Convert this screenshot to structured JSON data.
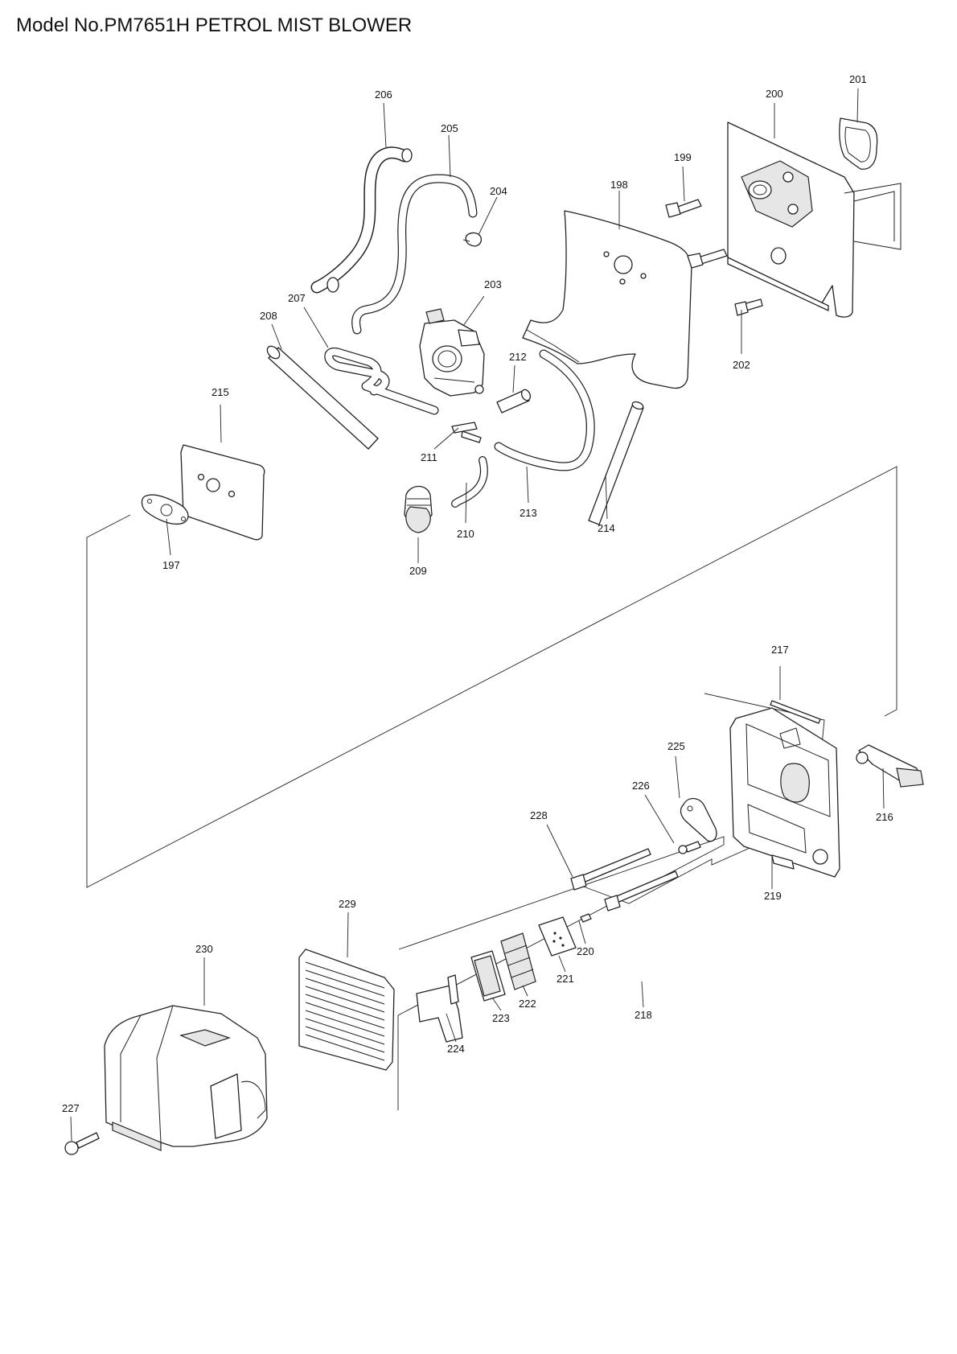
{
  "title": "Model No.PM7651H PETROL MIST BLOWER",
  "parts": [
    {
      "id": "p197",
      "number": "197"
    },
    {
      "id": "p198",
      "number": "198"
    },
    {
      "id": "p199",
      "number": "199"
    },
    {
      "id": "p200",
      "number": "200"
    },
    {
      "id": "p201",
      "number": "201"
    },
    {
      "id": "p202",
      "number": "202"
    },
    {
      "id": "p203",
      "number": "203"
    },
    {
      "id": "p204",
      "number": "204"
    },
    {
      "id": "p205",
      "number": "205"
    },
    {
      "id": "p206",
      "number": "206"
    },
    {
      "id": "p207",
      "number": "207"
    },
    {
      "id": "p208",
      "number": "208"
    },
    {
      "id": "p209",
      "number": "209"
    },
    {
      "id": "p210",
      "number": "210"
    },
    {
      "id": "p211",
      "number": "211"
    },
    {
      "id": "p212",
      "number": "212"
    },
    {
      "id": "p213",
      "number": "213"
    },
    {
      "id": "p214",
      "number": "214"
    },
    {
      "id": "p215",
      "number": "215"
    },
    {
      "id": "p216",
      "number": "216"
    },
    {
      "id": "p217",
      "number": "217"
    },
    {
      "id": "p218",
      "number": "218"
    },
    {
      "id": "p219",
      "number": "219"
    },
    {
      "id": "p220",
      "number": "220"
    },
    {
      "id": "p221",
      "number": "221"
    },
    {
      "id": "p222",
      "number": "222"
    },
    {
      "id": "p223",
      "number": "223"
    },
    {
      "id": "p224",
      "number": "224"
    },
    {
      "id": "p225",
      "number": "225"
    },
    {
      "id": "p226",
      "number": "226"
    },
    {
      "id": "p227",
      "number": "227"
    },
    {
      "id": "p228",
      "number": "228"
    },
    {
      "id": "p229",
      "number": "229"
    },
    {
      "id": "p230",
      "number": "230"
    }
  ]
}
